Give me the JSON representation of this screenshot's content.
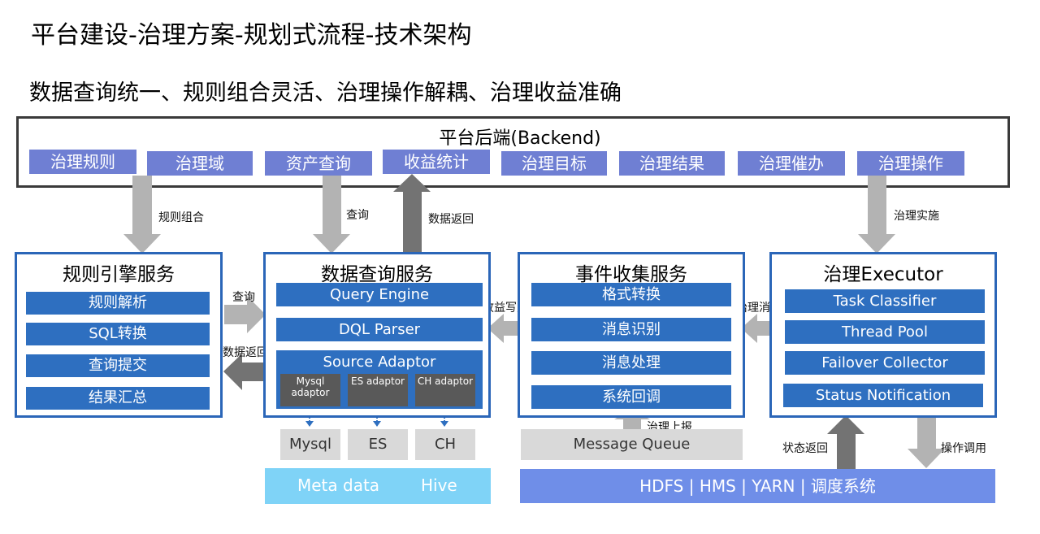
{
  "title": "平台建设-治理方案-规划式流程-技术架构",
  "subtitle": "数据查询统一、规则组合灵活、治理操作解耦、治理收益准确",
  "backend": {
    "title": "平台后端(Backend)",
    "items": [
      "治理规则",
      "治理域",
      "资产查询",
      "收益统计",
      "治理目标",
      "治理结果",
      "治理催办",
      "治理操作"
    ]
  },
  "services": {
    "rule_engine": {
      "title": "规则引擎服务",
      "items": [
        "规则解析",
        "SQL转换",
        "查询提交",
        "结果汇总"
      ]
    },
    "query": {
      "title": "数据查询服务",
      "items": [
        "Query Engine",
        "DQL Parser",
        "Source Adaptor"
      ],
      "adaptors": [
        "Mysql adaptor",
        "ES adaptor",
        "CH adaptor"
      ],
      "stores": [
        "Mysql",
        "ES",
        "CH"
      ]
    },
    "event": {
      "title": "事件收集服务",
      "items": [
        "格式转换",
        "消息识别",
        "消息处理",
        "系统回调"
      ]
    },
    "executor": {
      "title": "治理Executor",
      "items": [
        "Task Classifier",
        "Thread Pool",
        "Failover Collector",
        "Status Notification"
      ]
    }
  },
  "bottom": {
    "message_queue": "Message Queue",
    "meta_data": "Meta data",
    "hive": "Hive",
    "infra": "HDFS | HMS | YARN | 调度系统"
  },
  "labels": {
    "rule_combo": "规则组合",
    "query_down": "查询",
    "data_return_up": "数据返回",
    "governance_impl": "治理实施",
    "query_right": "查询",
    "data_return_left": "数据返回",
    "benefit_write": "收益写入",
    "governance_msg": "治理消息",
    "governance_report": "治理上报",
    "status_return": "状态返回",
    "op_call": "操作调用"
  },
  "colors": {
    "chip": "#6f7fd3",
    "service_border": "#2b66b8",
    "service_bar": "#2e6fc0",
    "adaptor": "#595959",
    "store": "#d9d9d9",
    "arrow_light": "#b3b3b3",
    "arrow_dark": "#737373",
    "meta_bg": "#7fd3f7",
    "infra_bg": "#6f8ee8",
    "connector": "#2e6fc0"
  }
}
